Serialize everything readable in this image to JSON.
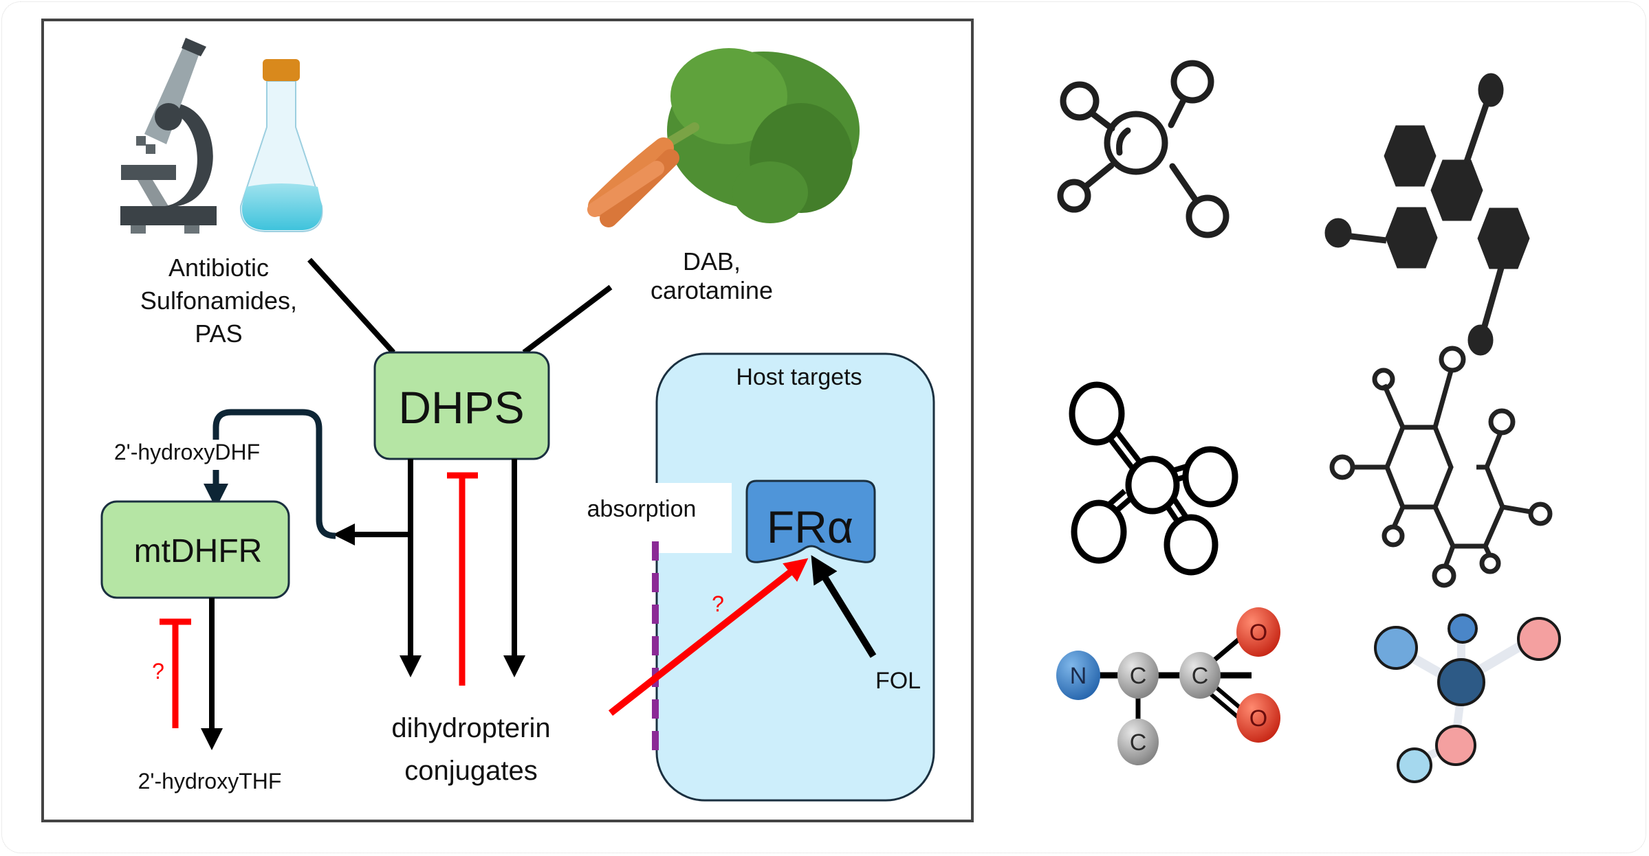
{
  "figure": {
    "title": "DHPS inhibitor pathway and host folate receptor targets",
    "inputs": {
      "left": {
        "lines": [
          "Antibiotic",
          "Sulfonamides,",
          "PAS"
        ],
        "icons": [
          "microscope-icon",
          "flask-icon"
        ]
      },
      "right": {
        "lines": [
          "DAB,",
          "carotamine"
        ],
        "icons": [
          "carrot-icon"
        ]
      }
    },
    "nodes": {
      "dhps": "DHPS",
      "mtdhfr": "mtDHFR",
      "host_targets": "Host targets",
      "fra": "FRα"
    },
    "labels": {
      "hydroxy_dhf": "2'-hydroxyDHF",
      "hydroxy_thf": "2'-hydroxyTHF",
      "dihydropterin": [
        "dihydropterin",
        "conjugates"
      ],
      "absorption": "absorption",
      "fol": "FOL",
      "question_mark": "?"
    },
    "colors": {
      "enzyme_fill": "#b5e5a4",
      "host_fill": "#cdeefb",
      "receptor_fill": "#4f95d9",
      "inhibit_red": "#ff0000",
      "membrane_purple": "#8b2a96",
      "dark_arrow": "#0d2535"
    }
  },
  "molecule_icons": [
    {
      "name": "outline-molecule-five-atoms"
    },
    {
      "name": "hexagon-cluster-molecule"
    },
    {
      "name": "tetrahedral-outline-molecule"
    },
    {
      "name": "skeletal-formula-molecule"
    },
    {
      "name": "alanine-ball-model",
      "atoms": [
        "N",
        "C",
        "C",
        "O",
        "O"
      ]
    },
    {
      "name": "colored-ball-stick-molecule"
    }
  ]
}
